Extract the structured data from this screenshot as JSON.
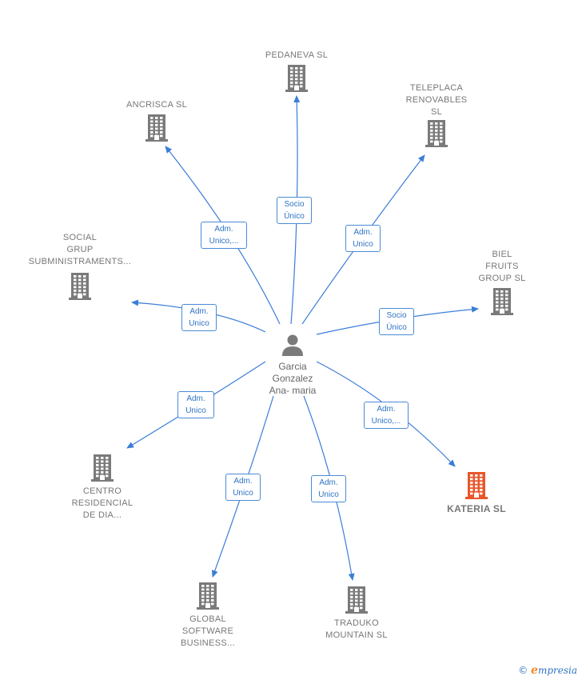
{
  "colors": {
    "edge": "#3b7dd8",
    "building": "#7a7a7a",
    "building_highlight": "#e8572a",
    "person": "#7a7a7a"
  },
  "center": {
    "label": "Garcia\nGonzalez\nAna- maria",
    "icon": "person-icon"
  },
  "nodes": [
    {
      "id": "pedaneva",
      "label": "PEDANEVA SL",
      "icon": "building-icon"
    },
    {
      "id": "teleplaca",
      "label": "TELEPLACA\nRENOVABLES\nSL",
      "icon": "building-icon"
    },
    {
      "id": "ancrisca",
      "label": "ANCRISCA  SL",
      "icon": "building-icon"
    },
    {
      "id": "social",
      "label": "SOCIAL\nGRUP\nSUBMINISTRAMENTS...",
      "icon": "building-icon"
    },
    {
      "id": "biel",
      "label": "BIEL\nFRUITS\nGROUP  SL",
      "icon": "building-icon"
    },
    {
      "id": "centro",
      "label": "CENTRO\nRESIDENCIAL\nDE DIA...",
      "icon": "building-icon"
    },
    {
      "id": "kateria",
      "label": "KATERIA  SL",
      "icon": "building-icon",
      "highlight": true
    },
    {
      "id": "global",
      "label": "GLOBAL\nSOFTWARE\nBUSINESS...",
      "icon": "building-icon"
    },
    {
      "id": "traduko",
      "label": "TRADUKO\nMOUNTAIN SL",
      "icon": "building-icon"
    }
  ],
  "edges": [
    {
      "to": "pedaneva",
      "label": "Socio\nÚnico"
    },
    {
      "to": "teleplaca",
      "label": "Adm.\nUnico"
    },
    {
      "to": "ancrisca",
      "label": "Adm.\nUnico,..."
    },
    {
      "to": "social",
      "label": "Adm.\nUnico"
    },
    {
      "to": "biel",
      "label": "Socio\nÚnico"
    },
    {
      "to": "centro",
      "label": "Adm.\nUnico"
    },
    {
      "to": "kateria",
      "label": "Adm.\nUnico,..."
    },
    {
      "to": "global",
      "label": "Adm.\nUnico"
    },
    {
      "to": "traduko",
      "label": "Adm.\nUnico"
    }
  ],
  "footer": {
    "copyright": "©",
    "brand_initial": "e",
    "brand_rest": "mpresia"
  }
}
